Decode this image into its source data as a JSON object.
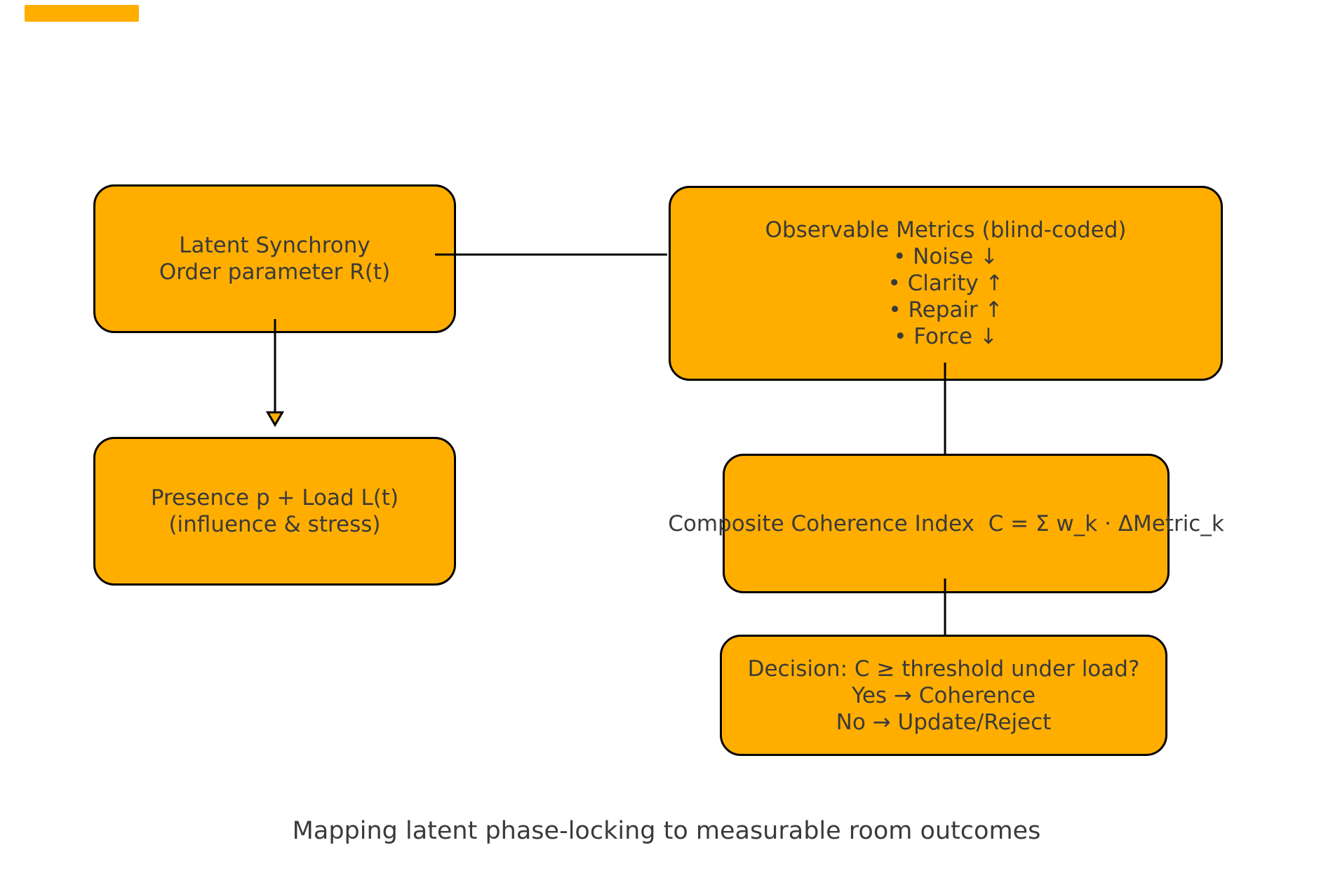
{
  "colors": {
    "background": "#FFFFFF",
    "node_fill": "#FFAE00",
    "node_border": "#000000",
    "connector": "#000000",
    "text": "#3A3A3A"
  },
  "nodes": {
    "latent": {
      "text": "Latent Synchrony\nOrder parameter R(t)"
    },
    "metrics": {
      "text": "Observable Metrics (blind-coded)\n• Noise ↓\n• Clarity ↑\n• Repair ↑\n• Force ↓"
    },
    "presence": {
      "text": "Presence p + Load L(t)\n(influence & stress)"
    },
    "composite": {
      "text": "Composite Coherence Index  C = Σ w_k · ΔMetric_k"
    },
    "decision": {
      "text": "Decision: C ≥ threshold under load?\nYes → Coherence\nNo → Update/Reject"
    }
  },
  "caption": "Mapping latent phase-locking to measurable room outcomes"
}
